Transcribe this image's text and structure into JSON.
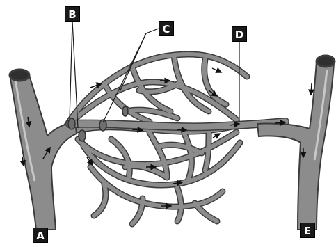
{
  "labels": {
    "a": "A",
    "b": "B",
    "c": "C",
    "d": "D",
    "e": "E"
  },
  "colors": {
    "vessel_fill": "#8c8c8c",
    "vessel_edge": "#3c3c3c",
    "vessel_highlight": "#c8c8c8",
    "lumen": "#2f2f2f",
    "arrow": "#111111"
  }
}
